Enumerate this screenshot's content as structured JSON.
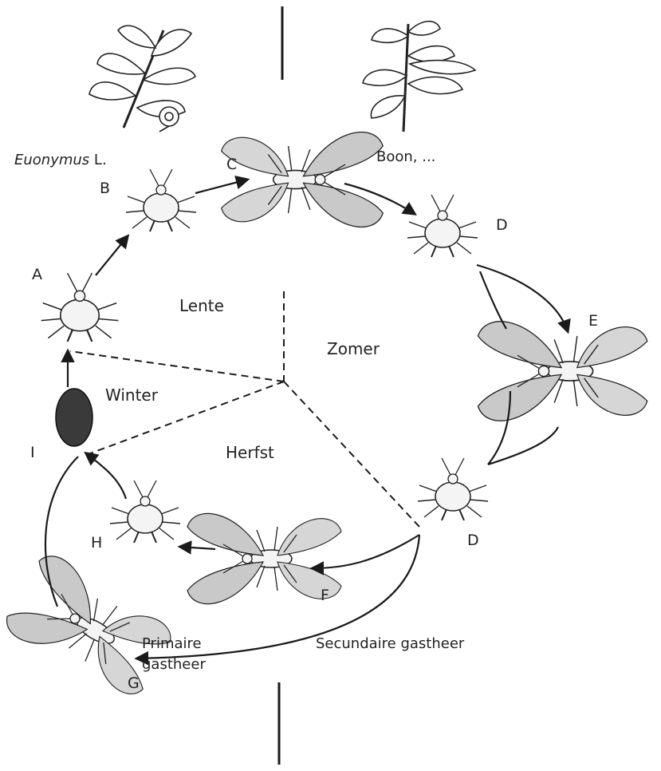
{
  "hosts": {
    "primary_plant": {
      "name_italic": "Euonymus",
      "suffix": " L."
    },
    "secondary_plant": {
      "name": "Boon, ..."
    },
    "primary_label_line1": "Primaire",
    "primary_label_line2": "gastheer",
    "secondary_label": "Secundaire gastheer"
  },
  "seasons": {
    "spring": "Lente",
    "summer": "Zomer",
    "autumn": "Herfst",
    "winter": "Winter"
  },
  "stages": {
    "A": "A",
    "B": "B",
    "C": "C",
    "D_top": "D",
    "E": "E",
    "D_bottom": "D",
    "F": "F",
    "G": "G",
    "H": "H",
    "I": "I"
  },
  "colors": {
    "line": "#1a1a1a",
    "wing": "#c9c9c9",
    "egg": "#3a3a3a"
  }
}
